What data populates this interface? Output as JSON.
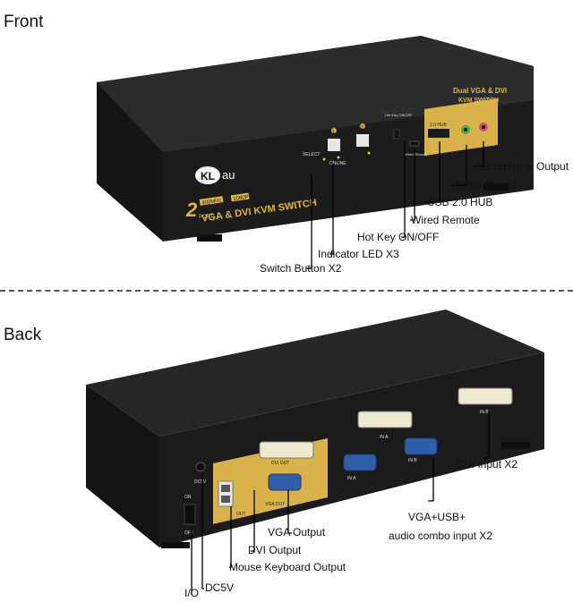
{
  "front": {
    "title": "Front",
    "brand": "CKLau",
    "brand_logo_letters": "KL",
    "brand_logo_suffix": "au",
    "panel_left_line1": "2",
    "panel_left_line2": "PORT",
    "spec_badge_1": "400MHz",
    "spec_badge_2": "1080P",
    "model_line": "VGA & DVI KVM SWITCH",
    "panel_right_line1": "Dual VGA & DVI",
    "panel_right_line2": "KVM SWITCH",
    "select_label": "SELECT",
    "online_label": "ONLINE",
    "button_1": "1",
    "button_2": "2",
    "hotkey_label": "Hot Key ON/OFF",
    "usb_hub_label": "2.0 HUB",
    "wired_remote_label": "Wired Remote",
    "callouts": {
      "microphone_output": "Microphone Output",
      "audio_output": "Audio Output",
      "usb_hub": "USB 2.0 HUB",
      "wired_remote": "Wired Remote",
      "hot_key": "Hot Key ON/OFF",
      "indicator_led": "Indicator LED X3",
      "switch_button": "Switch Button X2"
    }
  },
  "back": {
    "title": "Back",
    "dc_label": "DC5V",
    "on_label": "ON",
    "off_label": "OFF",
    "dvi_out_label": "DVI OUT",
    "vga_out_label": "VGA OUT",
    "out_label": "OUT",
    "in_a_label": "IN A",
    "in_b_label": "IN B",
    "callouts": {
      "dvi_input": "DVI Input X2",
      "vga_usb_audio_line1": "VGA+USB+",
      "vga_usb_audio_line2": "audio combo input X2",
      "vga_output": "VGA Output",
      "dvi_output": "DVI Output",
      "mouse_keyboard_output": "Mouse Keyboard Output",
      "dc5v": "DC5V",
      "io": "I/O"
    }
  },
  "colors": {
    "device_body": "#1b1b1b",
    "device_top": "#2a2a2a",
    "gold_panel": "#d9b24a",
    "vga_blue": "#2f5fa8",
    "leader_line": "#000000",
    "background": "#ffffff"
  }
}
